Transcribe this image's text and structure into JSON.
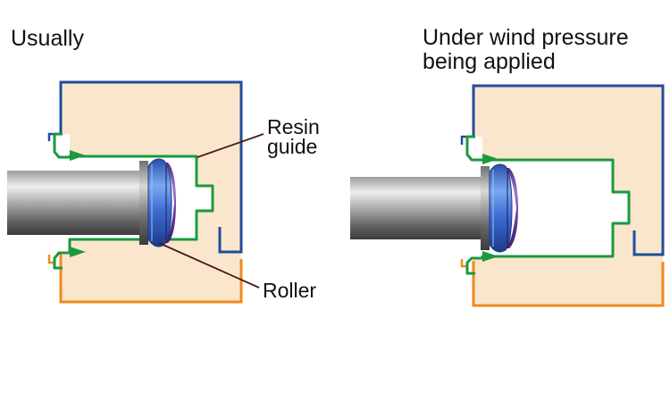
{
  "captions": {
    "left": "Usually",
    "right_line1": "Under wind pressure",
    "right_line2": "being applied"
  },
  "labels": {
    "resin_line1": "Resin",
    "resin_line2": "guide",
    "roller": "Roller"
  },
  "colors": {
    "housing_fill": "#fae6cc",
    "top_frame": "#1f4e9c",
    "bottom_frame": "#f08a1c",
    "resin_guide": "#1a9a3c",
    "leader": "#4a1a1a",
    "roller_blue": "#3b6bd1",
    "roller_purple": "#6e3fa0"
  }
}
